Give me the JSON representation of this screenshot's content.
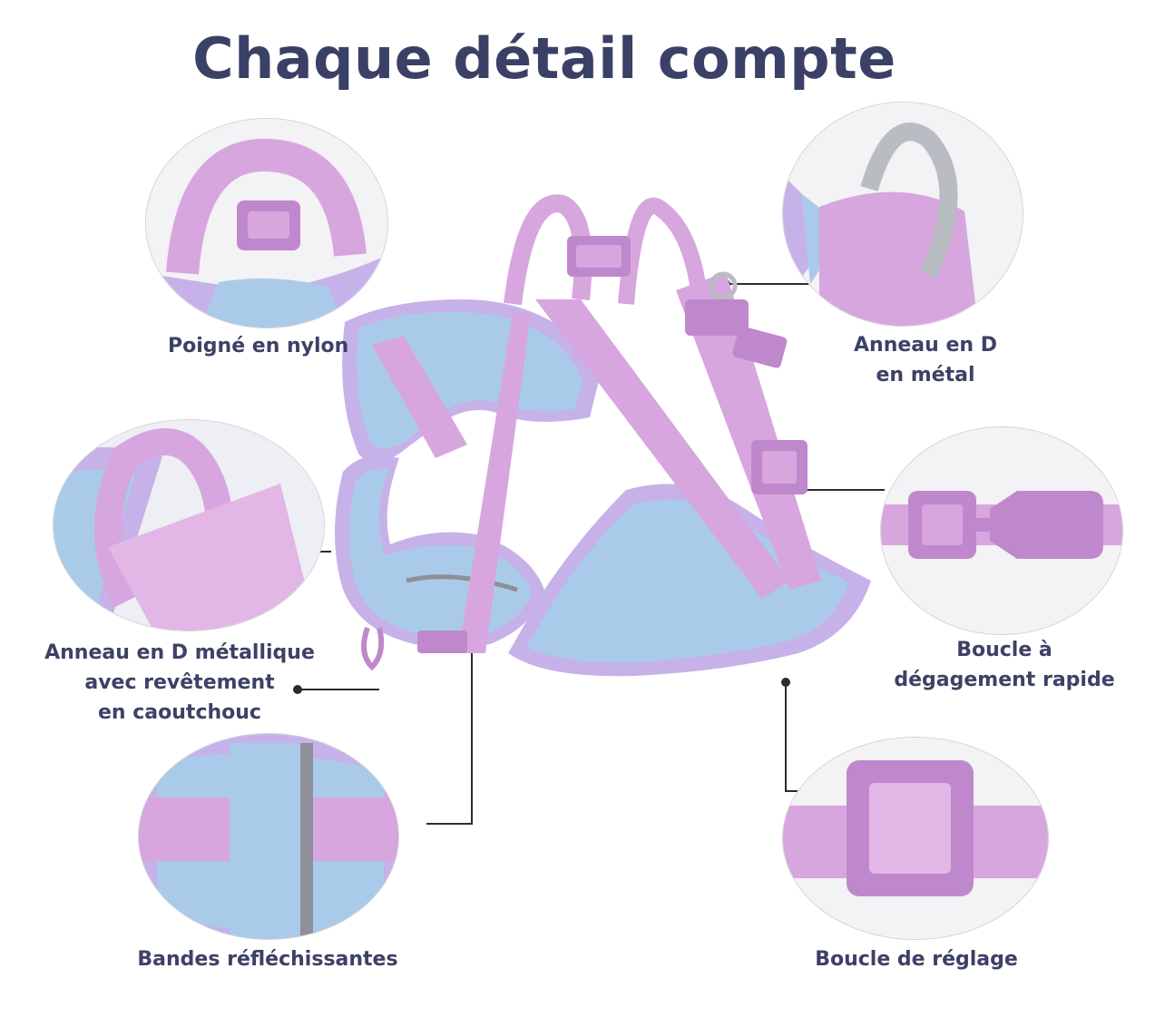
{
  "title": "Chaque détail compte",
  "features": {
    "handle": {
      "lines": [
        "Poigné en nylon"
      ],
      "icon": "nylon-handle-icon"
    },
    "d_ring_metal": {
      "lines": [
        "Anneau en D",
        "en métal"
      ],
      "icon": "metal-d-ring-icon"
    },
    "d_ring_rubber": {
      "lines": [
        "Anneau en D métallique",
        "avec revêtement",
        "en caoutchouc"
      ],
      "icon": "rubber-d-ring-icon"
    },
    "quick_release": {
      "lines": [
        "Boucle à",
        "dégagement rapide"
      ],
      "icon": "quick-release-buckle-icon"
    },
    "reflective": {
      "lines": [
        "Bandes réfléchissantes"
      ],
      "icon": "reflective-strip-icon"
    },
    "adjuster": {
      "lines": [
        "Boucle de réglage"
      ],
      "icon": "adjuster-buckle-icon"
    }
  },
  "colors": {
    "lavender": "#d7a6de",
    "lavender_dark": "#c088cc",
    "sky_blue": "#a9cbe9",
    "metal": "#b9bcc2",
    "text": "#3b4066",
    "line": "#2b2b33"
  }
}
